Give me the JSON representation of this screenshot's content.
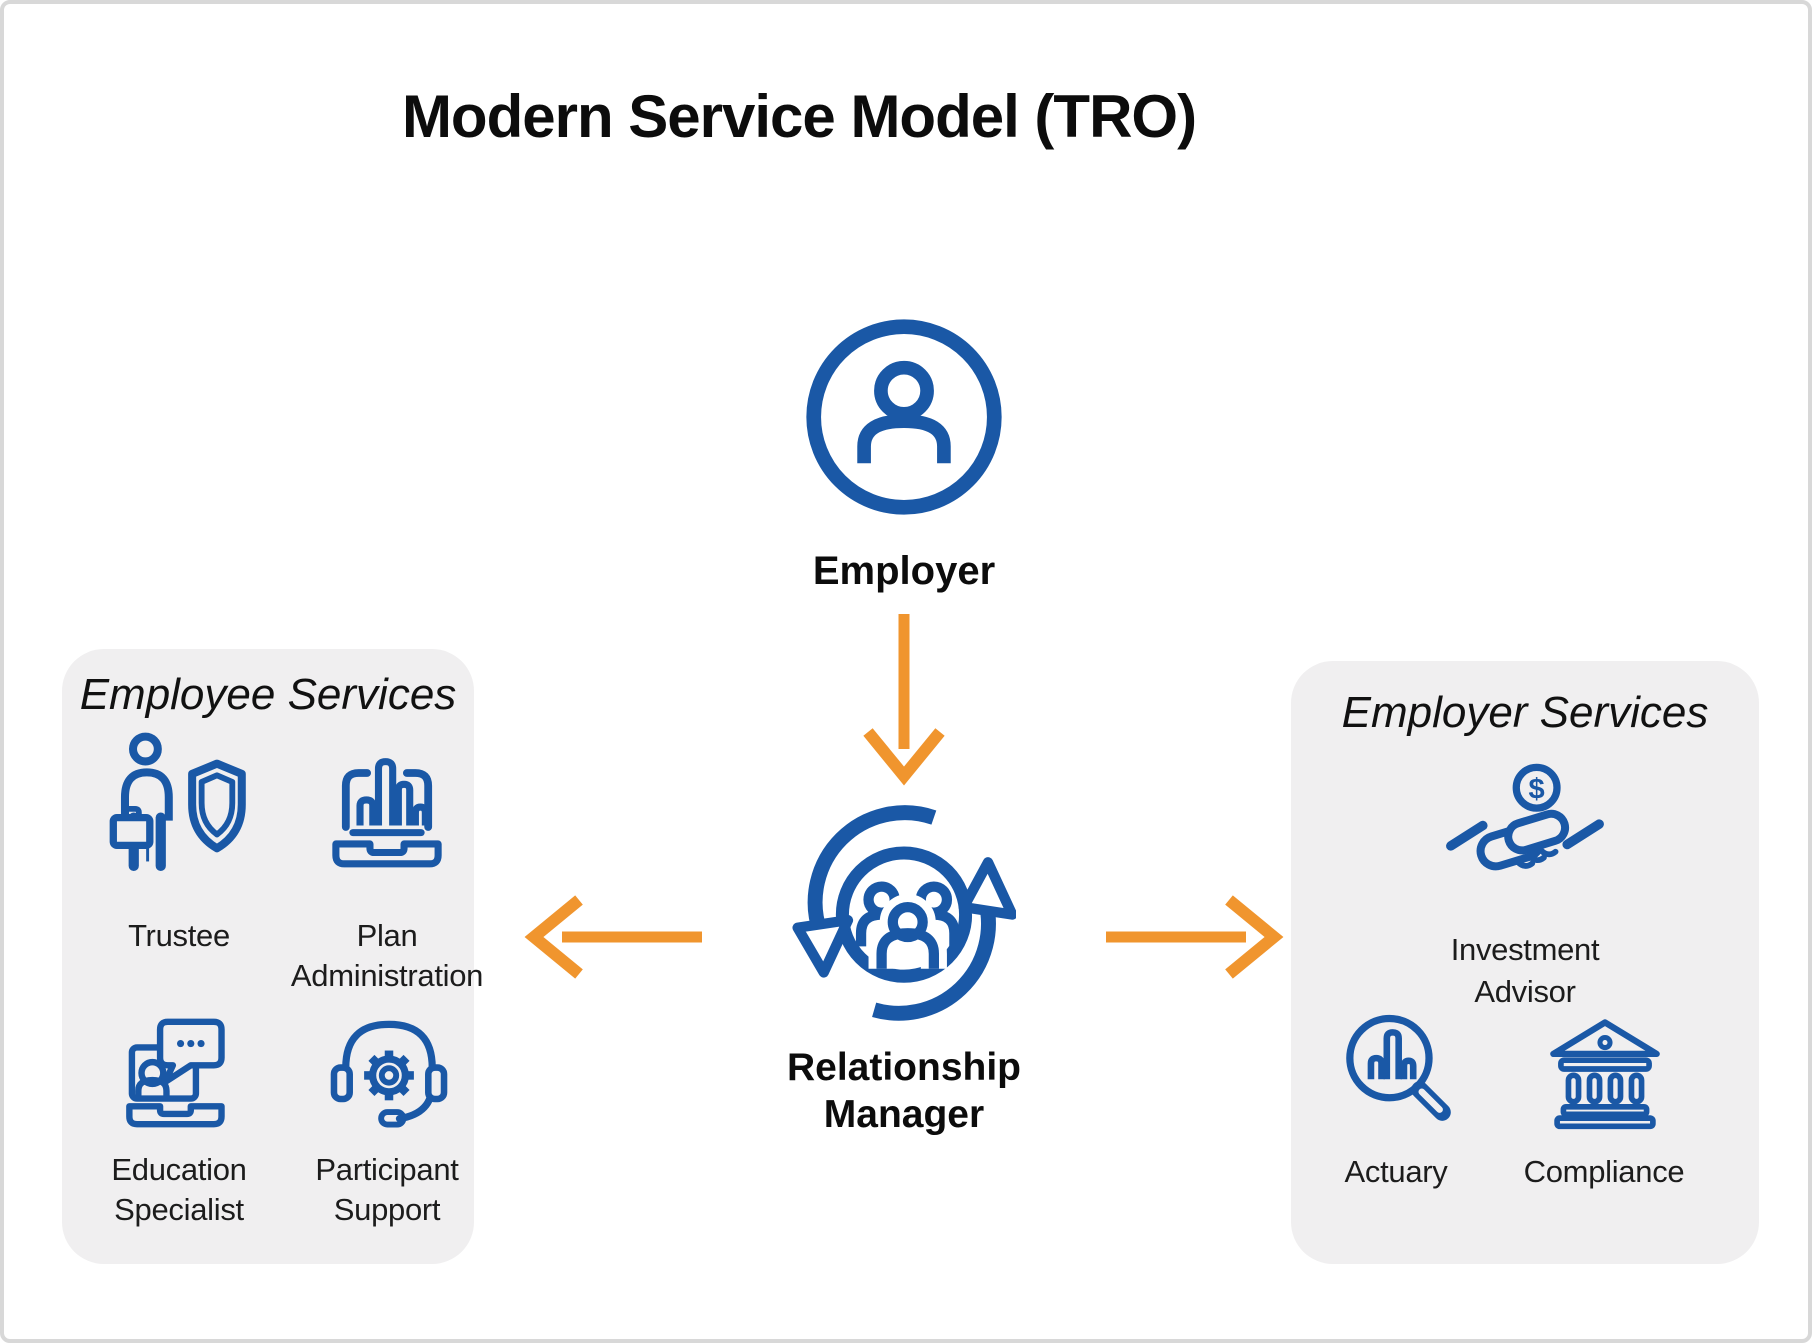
{
  "page": {
    "title": "Modern Service Model (TRO)"
  },
  "colors": {
    "blue": "#1A58A6",
    "orange": "#F0952E",
    "panel_bg": "#F0EFF0",
    "text": "#151515",
    "page_bg": "#FFFFFF",
    "border": "#D8D8D8"
  },
  "center_flow": {
    "employer": {
      "icon": "person-circle-icon",
      "label": "Employer"
    },
    "connector_arrows": [
      "down",
      "left",
      "right"
    ],
    "relationship_manager": {
      "icon": "people-cycle-icon",
      "label": "Relationship Manager",
      "label_lines": [
        "Relationship",
        "Manager"
      ]
    }
  },
  "left_panel": {
    "title": "Employee Services",
    "items": [
      {
        "icon": "person-shield-icon",
        "label": "Trustee",
        "label_lines": [
          "Trustee"
        ]
      },
      {
        "icon": "laptop-chart-icon",
        "label": "Plan Administration",
        "label_lines": [
          "Plan",
          "Administration"
        ]
      },
      {
        "icon": "laptop-chat-icon",
        "label": "Education Specialist",
        "label_lines": [
          "Education",
          "Specialist"
        ]
      },
      {
        "icon": "headset-gear-icon",
        "label": "Participant Support",
        "label_lines": [
          "Participant",
          "Support"
        ]
      }
    ]
  },
  "right_panel": {
    "title": "Employer Services",
    "items": [
      {
        "icon": "handshake-dollar-icon",
        "label": "Investment Advisor",
        "label_lines": [
          "Investment",
          "Advisor"
        ],
        "coin_symbol": "$"
      },
      {
        "icon": "magnifier-chart-icon",
        "label": "Actuary",
        "label_lines": [
          "Actuary"
        ]
      },
      {
        "icon": "bank-icon",
        "label": "Compliance",
        "label_lines": [
          "Compliance"
        ]
      }
    ]
  }
}
